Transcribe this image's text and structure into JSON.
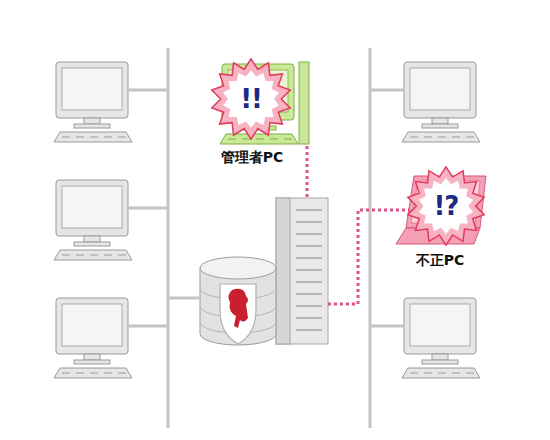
{
  "diagram": {
    "nodes": [
      {
        "text": [
          "!!"
        ]
      },
      {
        "text": [
          "!?"
        ]
      }
    ],
    "labels": [
      "管理者PC",
      "不正PC"
    ]
  }
}
